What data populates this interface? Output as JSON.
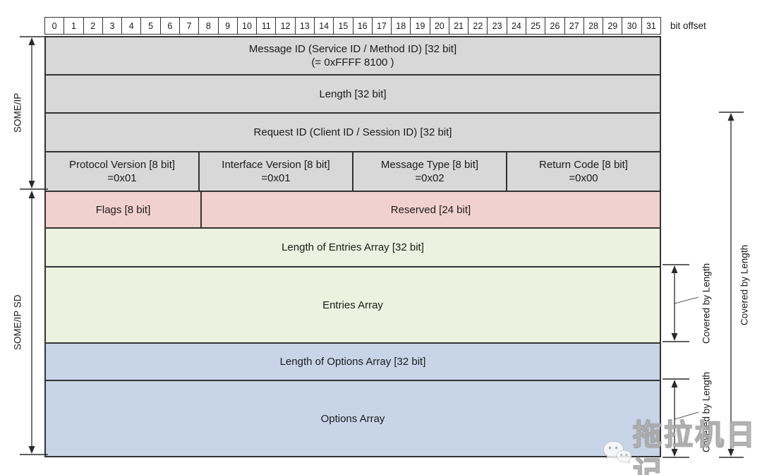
{
  "header": {
    "bit_offset_label": "bit offset",
    "bit_offsets": [
      "0",
      "1",
      "2",
      "3",
      "4",
      "5",
      "6",
      "7",
      "8",
      "9",
      "10",
      "11",
      "12",
      "13",
      "14",
      "15",
      "16",
      "17",
      "18",
      "19",
      "20",
      "21",
      "22",
      "23",
      "24",
      "25",
      "26",
      "27",
      "28",
      "29",
      "30",
      "31"
    ]
  },
  "left_annotations": {
    "someip": "SOME/IP",
    "someip_sd": "SOME/IP SD"
  },
  "right_annotations": {
    "covered_overall": "Covered by Length",
    "covered_entries": "Covered by Length",
    "covered_options": "Covered by Length"
  },
  "rows": [
    {
      "name": "message-id",
      "cells": [
        {
          "bits": 32,
          "lines": [
            "Message ID (Service ID / Method ID) [32 bit]",
            "(= 0xFFFF 8100 )"
          ]
        }
      ]
    },
    {
      "name": "length",
      "cells": [
        {
          "bits": 32,
          "lines": [
            "Length [32 bit]"
          ]
        }
      ]
    },
    {
      "name": "request-id",
      "cells": [
        {
          "bits": 32,
          "lines": [
            "Request ID (Client ID / Session ID) [32 bit]"
          ]
        }
      ]
    },
    {
      "name": "version-fields",
      "cells": [
        {
          "bits": 8,
          "lines": [
            "Protocol Version [8 bit]",
            "=0x01"
          ]
        },
        {
          "bits": 8,
          "lines": [
            "Interface Version [8 bit]",
            "=0x01"
          ]
        },
        {
          "bits": 8,
          "lines": [
            "Message Type [8 bit]",
            "=0x02"
          ]
        },
        {
          "bits": 8,
          "lines": [
            "Return Code [8 bit]",
            "=0x00"
          ]
        }
      ]
    },
    {
      "name": "flags-reserved",
      "cells": [
        {
          "bits": 8,
          "lines": [
            "Flags [8 bit]"
          ]
        },
        {
          "bits": 24,
          "lines": [
            "Reserved [24 bit]"
          ]
        }
      ]
    },
    {
      "name": "length-of-entries",
      "cells": [
        {
          "bits": 32,
          "lines": [
            "Length of Entries Array [32 bit]"
          ]
        }
      ]
    },
    {
      "name": "entries-array",
      "cells": [
        {
          "bits": 32,
          "lines": [
            "Entries Array"
          ]
        }
      ]
    },
    {
      "name": "length-of-options",
      "cells": [
        {
          "bits": 32,
          "lines": [
            "Length of Options Array [32 bit]"
          ]
        }
      ]
    },
    {
      "name": "options-array",
      "cells": [
        {
          "bits": 32,
          "lines": [
            "Options Array"
          ]
        }
      ]
    }
  ],
  "watermark": {
    "icon": "wechat-icon",
    "text": "拖拉机日记"
  },
  "colors": {
    "someip_rows": "#d8d8d8",
    "flags_reserved_row": "#f1d1cd",
    "entries_rows": "#edf1df",
    "options_rows": "#c8d5e8",
    "grid": "#333333"
  }
}
